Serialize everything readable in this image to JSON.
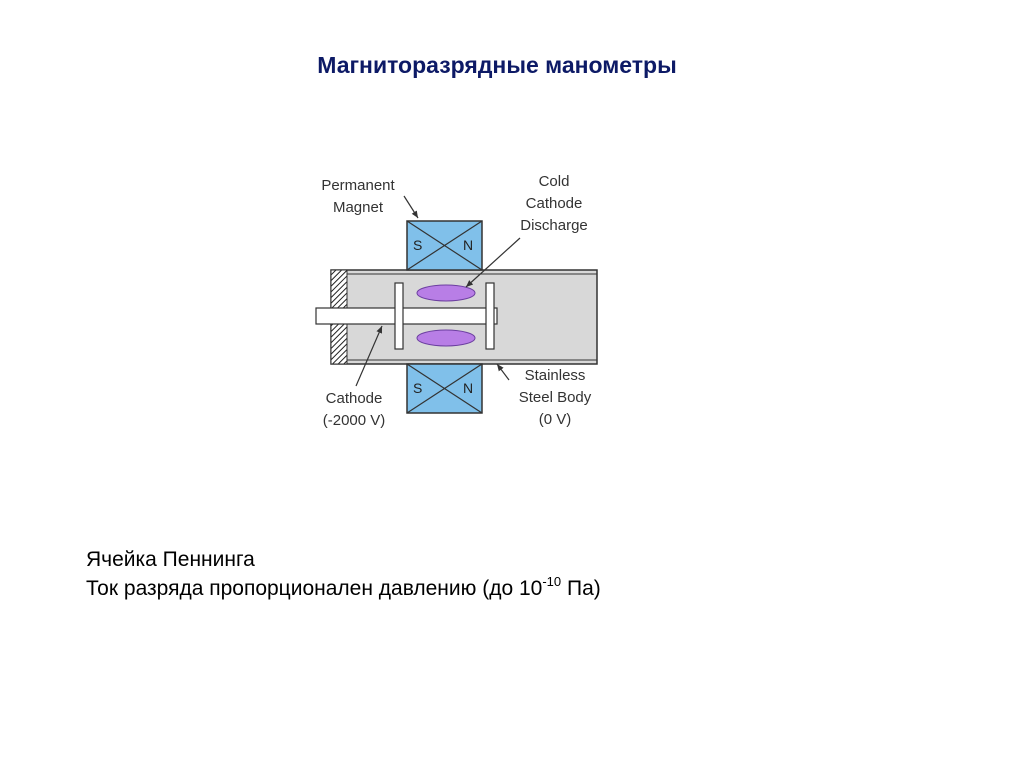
{
  "title": "Магниторазрядные манометры",
  "diagram": {
    "labels": {
      "permanent_magnet_line1": "Permanent",
      "permanent_magnet_line2": "Magnet",
      "cold_cathode_line1": "Cold",
      "cold_cathode_line2": "Cathode",
      "cold_cathode_line3": "Discharge",
      "cathode_line1": "Cathode",
      "cathode_line2": "(-2000 V)",
      "body_line1": "Stainless",
      "body_line2": "Steel Body",
      "body_line3": "(0 V)"
    },
    "poles": {
      "top_s": "S",
      "top_n": "N",
      "bottom_s": "S",
      "bottom_n": "N"
    },
    "colors": {
      "magnet": "#80c0ea",
      "body": "#d8d8d8",
      "discharge": "#b87ee6",
      "outline": "#333333"
    }
  },
  "caption": {
    "line1": "Ячейка Пеннинга",
    "line2_text": "Ток разряда пропорционален давлению (до 10",
    "line2_exp": "-10",
    "line2_tail": " Па)"
  }
}
